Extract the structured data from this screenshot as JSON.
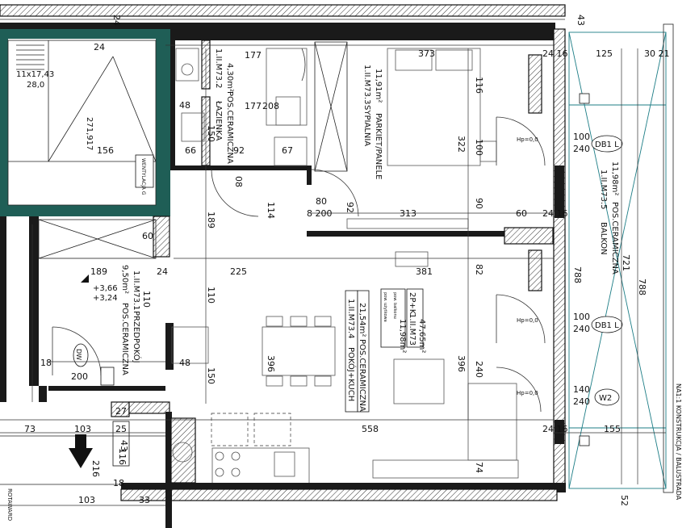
{
  "rooms": {
    "lazienka": {
      "id": "1.II.M73.2",
      "name": "ŁAZIENKA",
      "area": "4,30m²",
      "floor": "POS.CERAMICZNA"
    },
    "sypialnia": {
      "id": "1.II.M73.3",
      "name": "SYPIALNIA",
      "area": "11,91m²",
      "floor": "PARKIET/PANELE"
    },
    "pokoj_kuchnia": {
      "id": "1.II.M73.4",
      "name": "POKÓJ+KUCH",
      "area": "21,54m²",
      "floor": "POS.CERAMICZNA"
    },
    "przedpokoj": {
      "id": "1.II.M73.1",
      "name": "PRZEDPOKÓJ",
      "area": "9,50m²",
      "floor": "POS.CERAMICZNA"
    },
    "balkon": {
      "id": "1.II.M73.5",
      "name": "BALKON",
      "area": "11,98m²",
      "floor": "POS.CERAMICZNA"
    }
  },
  "apartment": {
    "label": "2P+K",
    "id": "1.II.M73",
    "area_label": "pow. użytkowa",
    "area": "47,65m²",
    "balcony_label": "pow. balkonu",
    "balcony_area": "11,98m²"
  },
  "stair": {
    "spec": "11x17,43",
    "sub": "28,0",
    "width": "271,917"
  },
  "openings": {
    "db1_top": "DB1 L",
    "db1_bottom": "DB1 L",
    "w2": "W2",
    "dw_label": "DW",
    "hp1": "Hp=0,0",
    "hp2": "Hp=0,0",
    "hp3": "Hp=0,0",
    "dim_100": "100",
    "dim_240a": "240",
    "dim_100b": "100",
    "dim_240b": "240",
    "dim_140": "140",
    "dim_240c": "240"
  },
  "dims": {
    "d_24_top": "24",
    "d_177a": "177",
    "d_177b": "177",
    "d_208": "208",
    "d_373": "373",
    "d_116": "116",
    "d_125": "125",
    "d_30_21": "30 21",
    "d_43": "43",
    "d_24_top2": "24",
    "d_24_16a": "24 16",
    "d_322": "322",
    "d_100": "100",
    "d_156": "156",
    "d_48a": "48",
    "d_66": "66",
    "d_92a": "92",
    "d_67": "67",
    "d_150a": "150",
    "d_80": "80",
    "d_200": "8 200",
    "d_92b": "92",
    "d_313": "313",
    "d_90": "90",
    "d_60a": "60",
    "d_24_16b": "24 16",
    "d_114": "114",
    "d_189a": "189",
    "d_08": "08",
    "d_60b": "60",
    "d_189b": "189",
    "d_24b": "24",
    "d_225": "225",
    "d_110a": "110",
    "d_110b": "110",
    "d_381": "381",
    "d_82": "82",
    "d_18a": "18",
    "d_18b": "18",
    "d_48b": "48",
    "d_150b": "150",
    "d_396a": "396",
    "d_396b": "396",
    "d_240": "240",
    "d_73": "73",
    "d_103a": "103",
    "d_25": "25",
    "d_558": "558",
    "d_24_16c": "24 16",
    "d_155": "155",
    "d_216": "216",
    "d_116b": "116",
    "d_103b": "103",
    "d_33": "33",
    "d_74": "74",
    "d_721": "721",
    "d_788a": "788",
    "d_788b": "788",
    "d_52": "52",
    "d_200b": "200",
    "d_lvl1": "+3,66",
    "d_lvl2": "+3,24",
    "d_27": "27",
    "d_43b": "43"
  },
  "notes": {
    "vent": "WENTYLACJA G",
    "sheet_ref": "ROTAWARD",
    "balustrade": "NA1:1 KONSTRUKCJA / BALUSTRADA"
  }
}
